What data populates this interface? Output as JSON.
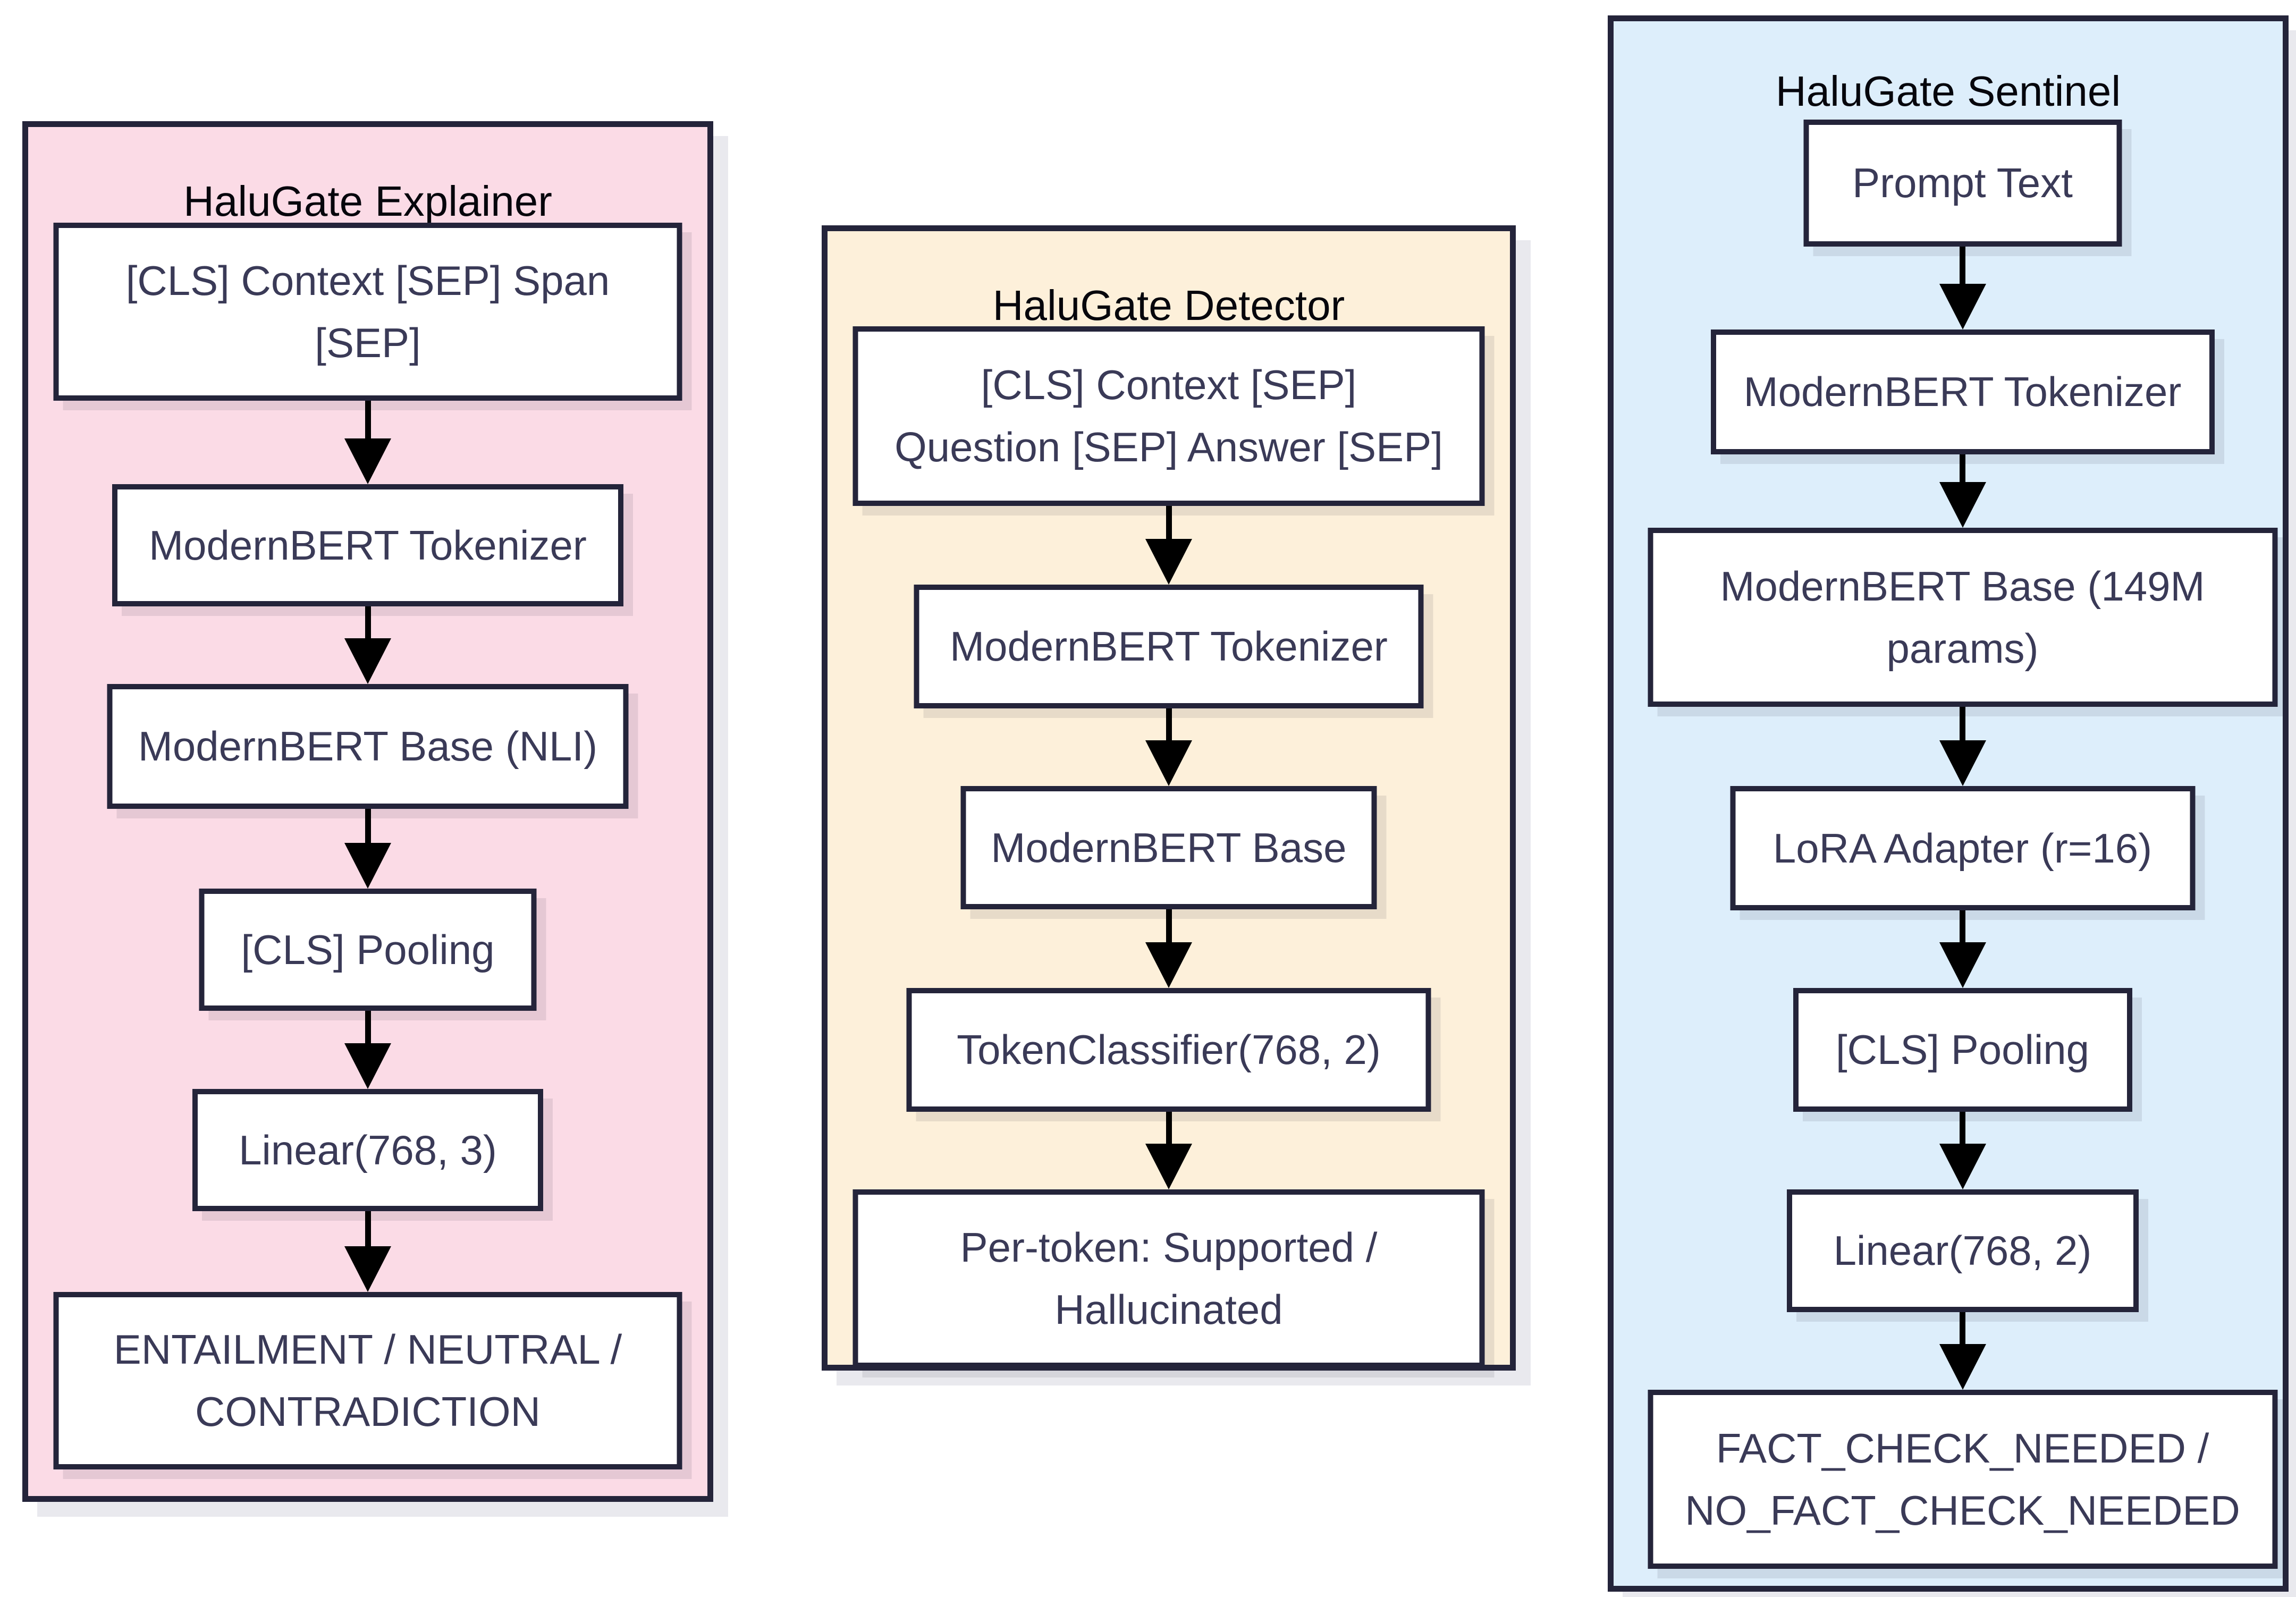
{
  "colors": {
    "panel_border": "#24243a",
    "node_border": "#24243a",
    "node_background": "#ffffff",
    "node_text": "#3a3a57",
    "title_text": "#06060c",
    "arrow": "#000000",
    "explainer_background": "#fbdbe6",
    "detector_background": "#fdf0da",
    "sentinel_background": "#ddeefb",
    "page_background": "#ffffff"
  },
  "panels": [
    {
      "title": "HaluGate Explainer",
      "boxes": [
        {
          "text": [
            "[CLS] Context [SEP] Span",
            "[SEP]"
          ]
        },
        {
          "text": "ModernBERT Tokenizer"
        },
        {
          "text": "ModernBERT Base (NLI)"
        },
        {
          "text": "[CLS] Pooling"
        },
        {
          "text": "Linear(768, 3)"
        },
        {
          "text": [
            "ENTAILMENT / NEUTRAL /",
            "CONTRADICTION"
          ]
        }
      ]
    },
    {
      "title": "HaluGate Detector",
      "boxes": [
        {
          "text": [
            "[CLS] Context [SEP]",
            "Question [SEP] Answer [SEP]"
          ]
        },
        {
          "text": "ModernBERT Tokenizer"
        },
        {
          "text": "ModernBERT Base"
        },
        {
          "text": "TokenClassifier(768, 2)"
        },
        {
          "text": [
            "Per-token: Supported /",
            "Hallucinated"
          ]
        }
      ]
    },
    {
      "title": "HaluGate Sentinel",
      "boxes": [
        {
          "text": "Prompt Text"
        },
        {
          "text": "ModernBERT Tokenizer"
        },
        {
          "text": [
            "ModernBERT Base (149M",
            "params)"
          ]
        },
        {
          "text": "LoRA Adapter (r=16)"
        },
        {
          "text": "[CLS] Pooling"
        },
        {
          "text": "Linear(768, 2)"
        },
        {
          "text": [
            "FACT_CHECK_NEEDED /",
            "NO_FACT_CHECK_NEEDED"
          ]
        }
      ]
    }
  ]
}
